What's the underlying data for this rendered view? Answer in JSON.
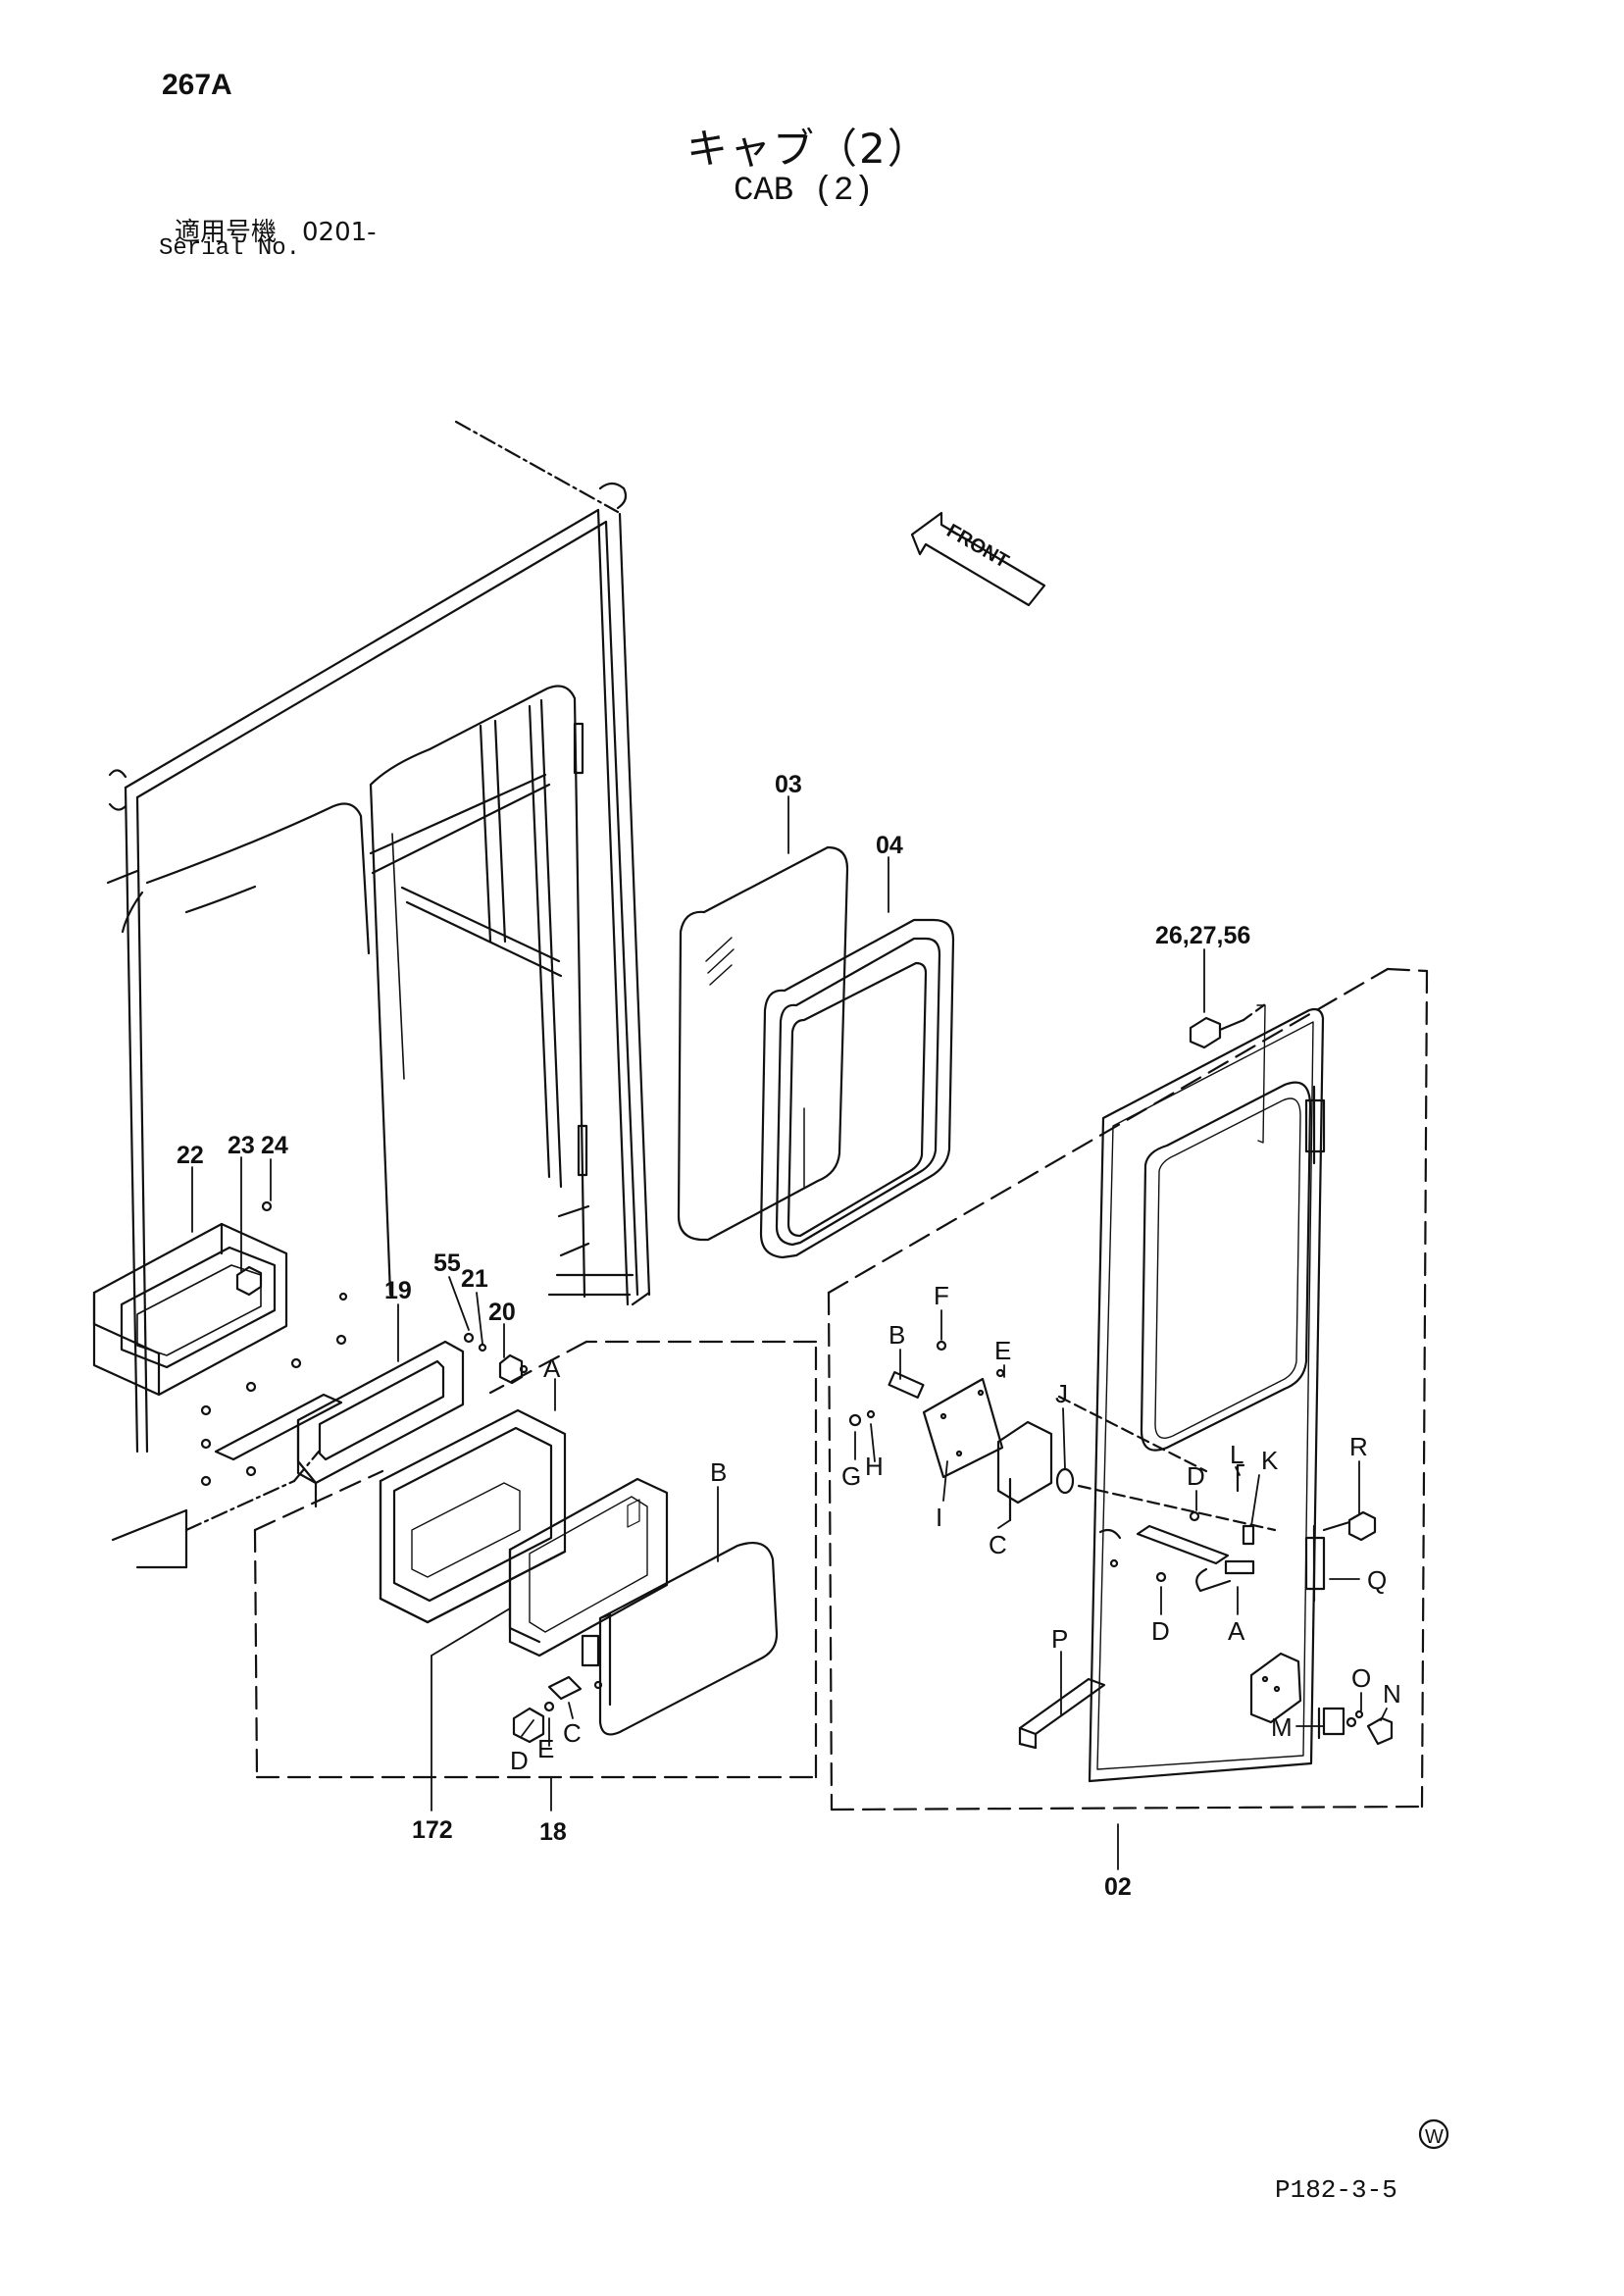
{
  "header": {
    "page_number": "267A",
    "title_ja": "キャブ（2）",
    "title_en": "CAB (2)",
    "serial_label_ja": "適用号機　0201-",
    "serial_label_en": "Serial No."
  },
  "footer": {
    "drawing_code": "P182-3-5",
    "mark": "W"
  },
  "diagram": {
    "front_label": "FRONT",
    "part_numbers": {
      "p02": "02",
      "p03": "03",
      "p04": "04",
      "p18": "18",
      "p19": "19",
      "p20": "20",
      "p21": "21",
      "p22": "22",
      "p23": "23",
      "p24": "24",
      "p55": "55",
      "p172": "172",
      "p26_27_56": "26,27,56"
    },
    "letters": {
      "a": "A",
      "b": "B",
      "c": "C",
      "d": "D",
      "e": "E",
      "f": "F",
      "g": "G",
      "h": "H",
      "i": "I",
      "j": "J",
      "k": "K",
      "l": "L",
      "m": "M",
      "n": "N",
      "o": "O",
      "p": "P",
      "q": "Q",
      "r": "R"
    }
  }
}
